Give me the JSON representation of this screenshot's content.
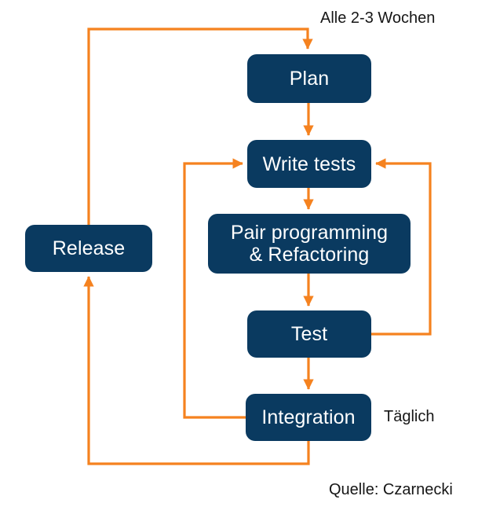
{
  "diagram": {
    "title": "Agile development cycle flowchart",
    "colors": {
      "node_fill": "#0a3a60",
      "node_text": "#ffffff",
      "connector": "#f5821f",
      "annotation_text": "#161616",
      "background": "#ffffff"
    },
    "nodes": [
      {
        "id": "plan",
        "label": "Plan"
      },
      {
        "id": "write_tests",
        "label": "Write tests"
      },
      {
        "id": "pair",
        "label": "Pair programming\n& Refactoring"
      },
      {
        "id": "test",
        "label": "Test"
      },
      {
        "id": "integration",
        "label": "Integration"
      },
      {
        "id": "release",
        "label": "Release"
      }
    ],
    "annotations": {
      "cadence": "Alle 2-3 Wochen",
      "daily": "Täglich",
      "source": "Quelle: Czarnecki"
    },
    "edges": [
      {
        "from": "release",
        "to": "plan",
        "label": "",
        "style": "elbow-top-loop"
      },
      {
        "from": "plan",
        "to": "write_tests",
        "label": "",
        "style": "straight-down"
      },
      {
        "from": "write_tests",
        "to": "pair",
        "label": "",
        "style": "straight-down"
      },
      {
        "from": "pair",
        "to": "test",
        "label": "",
        "style": "straight-down"
      },
      {
        "from": "test",
        "to": "integration",
        "label": "",
        "style": "straight-down"
      },
      {
        "from": "test",
        "to": "write_tests",
        "label": "",
        "style": "right-loop"
      },
      {
        "from": "integration",
        "to": "write_tests",
        "label": "",
        "style": "left-loop"
      },
      {
        "from": "integration",
        "to": "release",
        "label": "",
        "style": "bottom-loop"
      }
    ]
  }
}
